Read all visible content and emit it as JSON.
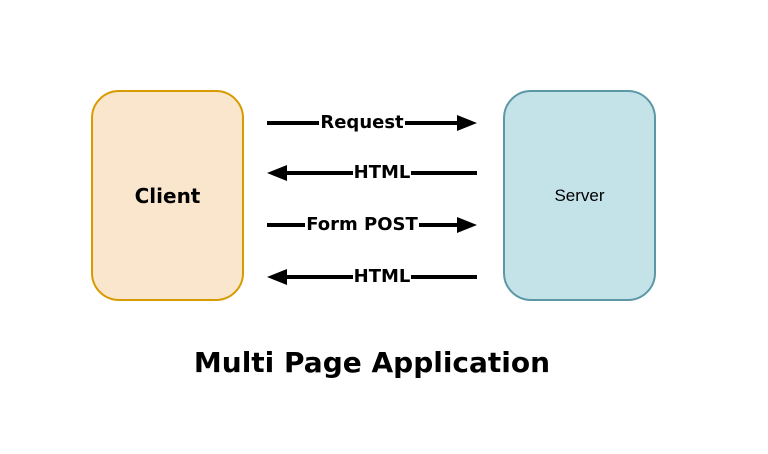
{
  "diagram": {
    "title": "Multi Page Application",
    "client": {
      "label": "Client"
    },
    "server": {
      "label": "Server"
    },
    "arrows": [
      {
        "label": "Request",
        "direction": "right"
      },
      {
        "label": "HTML",
        "direction": "left"
      },
      {
        "label": "Form POST",
        "direction": "right"
      },
      {
        "label": "HTML",
        "direction": "left"
      }
    ],
    "colors": {
      "background": "#FFFFFF",
      "client_fill": "#FAE6CD",
      "client_border": "#D79B00",
      "server_fill": "#C3E3E9",
      "server_border": "#5B97A4",
      "arrow": "#000000",
      "text": "#000000"
    }
  }
}
